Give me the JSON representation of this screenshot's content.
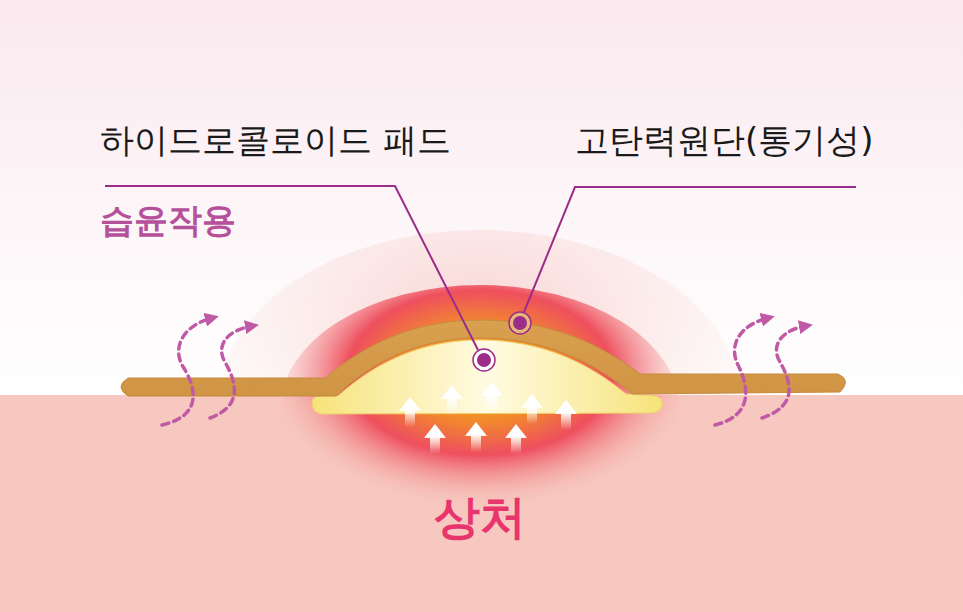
{
  "diagram": {
    "labels": [
      "하이드로콜로이드 패드",
      "고탄력원단(통기성)",
      "습윤작용",
      "상처"
    ]
  }
}
